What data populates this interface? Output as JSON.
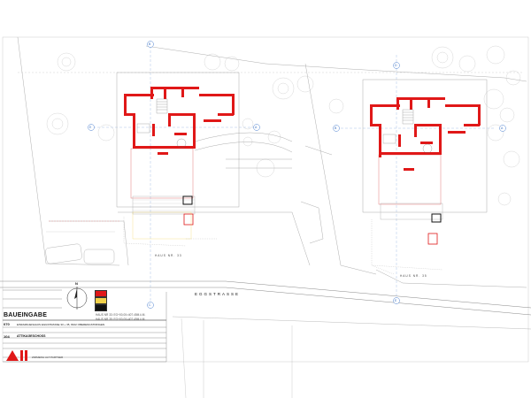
{
  "title_block": {
    "stage": "BAUEINGABE",
    "project_no": "070",
    "project_desc": "EINFAMILIENHAUS EGGSTRASSE 33 + 35, 8102 OBERENGSTRINGEN",
    "plan_no": "104",
    "plan_title": "ATTIKAGESCHOSS",
    "firm_name": "ZIMMERLI ALT PARTNER"
  },
  "legend": {
    "colors": {
      "new": "#e01818",
      "existing": "#f2d24a",
      "demolish": "#111111"
    },
    "house_labels": [
      "HAUS NR 33: EG+00,00=407.45M.ü.M.",
      "HAUS NR 35: EG+00,00=407.45M.ü.M."
    ]
  },
  "plan_labels": {
    "street": "EGGSTRASSE",
    "house_a": "HAUS NR. 33",
    "house_b": "HAUS NR. 35",
    "north": "N"
  },
  "axis_markers": [
    "B",
    "C",
    "D",
    "E",
    "E",
    "B",
    "C",
    "D",
    "A",
    "A"
  ]
}
